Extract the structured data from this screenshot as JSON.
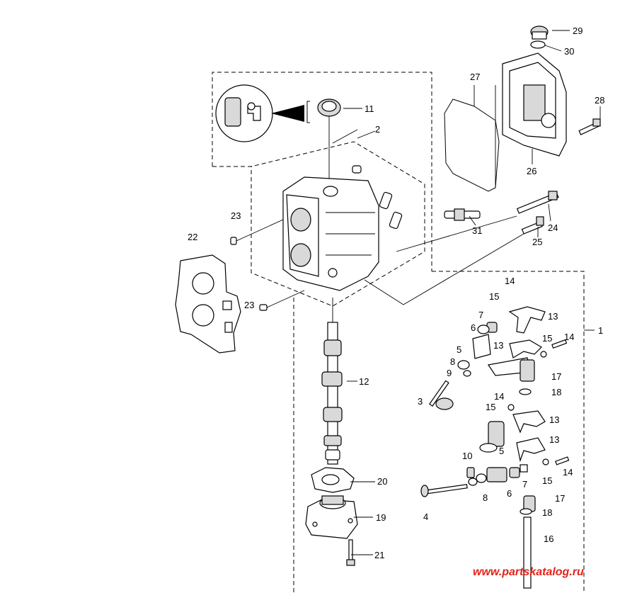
{
  "watermark": "www.partskatalog.ru",
  "callouts": {
    "c1": "1",
    "c2": "2",
    "c3": "3",
    "c4a": "4",
    "c5a": "5",
    "c5b": "5",
    "c6a": "6",
    "c6b": "6",
    "c7a": "7",
    "c7b": "7",
    "c8a": "8",
    "c8b": "8",
    "c9": "9",
    "c10": "10",
    "c11": "11",
    "c12": "12",
    "c13a": "13",
    "c13b": "13",
    "c13c": "13",
    "c13d": "13",
    "c14a": "14",
    "c14b": "14",
    "c14c": "14",
    "c14d": "14",
    "c15a": "15",
    "c15b": "15",
    "c15c": "15",
    "c15d": "15",
    "c16": "16",
    "c17a": "17",
    "c17b": "17",
    "c18a": "18",
    "c18b": "18",
    "c19": "19",
    "c20": "20",
    "c21": "21",
    "c22": "22",
    "c23a": "23",
    "c23b": "23",
    "c24": "24",
    "c25": "25",
    "c26": "26",
    "c27": "27",
    "c28": "28",
    "c29": "29",
    "c30": "30",
    "c31": "31"
  }
}
